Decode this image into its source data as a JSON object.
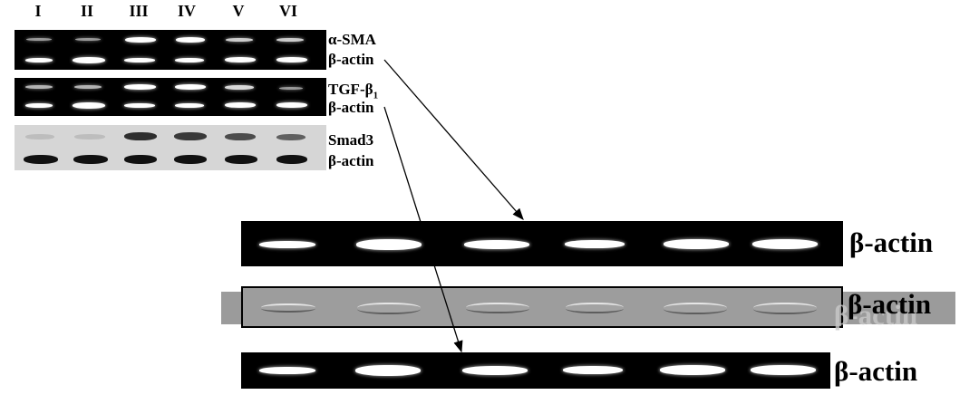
{
  "lanes": [
    "I",
    "II",
    "III",
    "IV",
    "V",
    "VI"
  ],
  "small_panel": {
    "labels": {
      "sma": "α-SMA",
      "actin1": "β-actin",
      "tgf_main": "TGF-β",
      "tgf_sub": "1",
      "actin2": "β-actin",
      "smad3": "Smad3",
      "actin3": "β-actin"
    }
  },
  "large_panel": {
    "labels": {
      "top": "β-actin",
      "middle": "β-actin",
      "middle_ghost": "β-actin",
      "bottom": "β-actin"
    }
  }
}
